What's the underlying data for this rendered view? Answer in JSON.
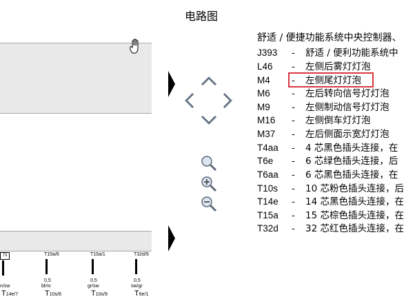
{
  "title": "电路图",
  "legend": {
    "heading": "舒适 / 便捷功能系统中央控制器、",
    "dash": "-",
    "rows": [
      {
        "code": "J393",
        "desc": "舒适 / 便利功能系统中"
      },
      {
        "code": "L46",
        "desc": "左侧后雾灯灯泡"
      },
      {
        "code": "M4",
        "desc": "左侧尾灯灯泡"
      },
      {
        "code": "M6",
        "desc": "左后转向信号灯灯泡"
      },
      {
        "code": "M9",
        "desc": "左侧制动信号灯灯泡"
      },
      {
        "code": "M16",
        "desc": "左侧倒车灯灯泡"
      },
      {
        "code": "M37",
        "desc": "左后侧面示宽灯灯泡"
      },
      {
        "code": "T4aa",
        "desc": "4 芯黑色插头连接，在"
      },
      {
        "code": "T6e",
        "desc": "6 芯绿色插头连接，后"
      },
      {
        "code": "T6aa",
        "desc": "6 芯黑色插头连接，在"
      },
      {
        "code": "T10s",
        "desc": "10 芯粉色插头连接，后"
      },
      {
        "code": "T14e",
        "desc": "14 芯黑色插头连接，在"
      },
      {
        "code": "T15a",
        "desc": "15 芯棕色插头连接，在"
      },
      {
        "code": "T32d",
        "desc": "32 芯红色插头连接，在"
      }
    ],
    "highlight_color": "#d9363e"
  },
  "navigation": {
    "up": "chevron-up-icon",
    "left": "chevron-left-icon",
    "right": "chevron-right-icon",
    "down": "chevron-down-icon",
    "zoom_fit": "magnifier-icon",
    "zoom_in": "zoom-in-icon",
    "zoom_out": "zoom-out-icon"
  },
  "diagram": {
    "box_label": "73",
    "wires": [
      {
        "tag": "",
        "size": "",
        "color": "n/sw",
        "conn": "T",
        "conn_sub": "14e/7"
      },
      {
        "tag": "T15a/6",
        "size": "0,5",
        "color": "bl/ro",
        "conn": "T",
        "conn_sub": "10s/8"
      },
      {
        "tag": "T15a/1",
        "size": "0,5",
        "color": "gr/sw",
        "conn": "T",
        "conn_sub": "10s/9"
      },
      {
        "tag": "T32d/9",
        "size": "0,5",
        "color": "sw/gr",
        "conn": "T",
        "conn_sub": "6e/1"
      }
    ]
  }
}
